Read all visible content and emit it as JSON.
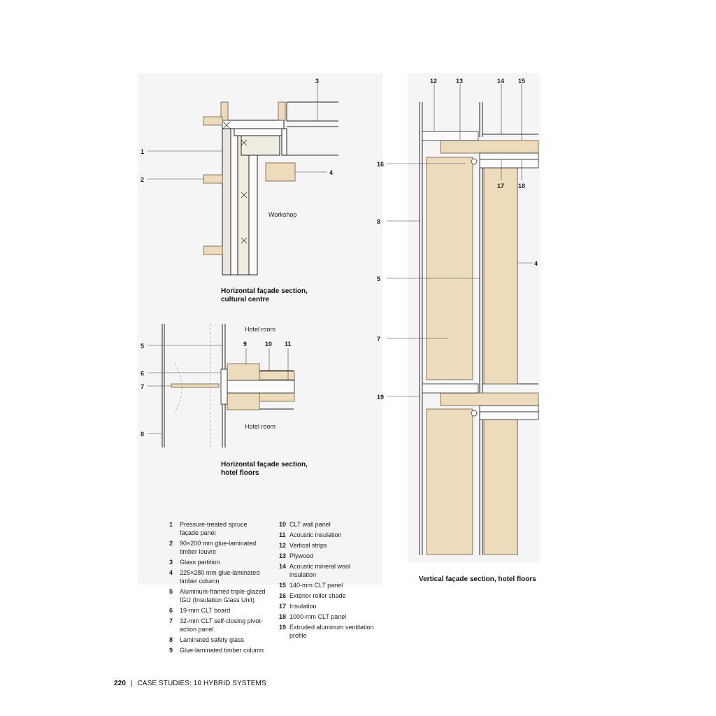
{
  "drawing1": {
    "caption_line1": "Horizontal façade section,",
    "caption_line2": "cultural centre",
    "room_label": "Workshop",
    "callouts": [
      "1",
      "2",
      "3",
      "4"
    ]
  },
  "drawing2": {
    "caption_line1": "Horizontal façade section,",
    "caption_line2": "hotel floors",
    "room_top": "Hotel room",
    "room_bottom": "Hotel room",
    "callouts": [
      "5",
      "6",
      "7",
      "8",
      "9",
      "10",
      "11"
    ]
  },
  "drawing3": {
    "caption": "Vertical façade section, hotel floors",
    "callouts": [
      "12",
      "13",
      "14",
      "15",
      "16",
      "17",
      "18",
      "8",
      "4",
      "5",
      "7",
      "19"
    ]
  },
  "legend_left": [
    {
      "num": "1",
      "text": "Pressure-treated spruce façade panel"
    },
    {
      "num": "2",
      "text": "90×200 mm glue-laminated timber louvre"
    },
    {
      "num": "3",
      "text": "Glass partition"
    },
    {
      "num": "4",
      "text": "225×280 mm glue-laminated timber column"
    },
    {
      "num": "5",
      "text": "Aluminum-framed triple-glazed IGU (Insulation Glass Unit)"
    },
    {
      "num": "6",
      "text": "19-mm CLT board"
    },
    {
      "num": "7",
      "text": "32-mm CLT self-closing pivot-action panel"
    },
    {
      "num": "8",
      "text": "Laminated safety glass"
    },
    {
      "num": "9",
      "text": "Glue-laminated timber column"
    }
  ],
  "legend_right": [
    {
      "num": "10",
      "text": "CLT wall panel"
    },
    {
      "num": "11",
      "text": "Acoustic insulation"
    },
    {
      "num": "12",
      "text": "Vertical strips"
    },
    {
      "num": "13",
      "text": "Plywood"
    },
    {
      "num": "14",
      "text": "Acoustic mineral wool insulation"
    },
    {
      "num": "15",
      "text": "140-mm CLT panel"
    },
    {
      "num": "16",
      "text": "Exterior roller shade"
    },
    {
      "num": "17",
      "text": "Insulation"
    },
    {
      "num": "18",
      "text": "1000-mm CLT panel"
    },
    {
      "num": "19",
      "text": "Extruded aluminum ventilation profile"
    }
  ],
  "footer": {
    "page_number": "220",
    "separator": "|",
    "section": "CASE STUDIES: 10 HYBRID SYSTEMS"
  },
  "colors": {
    "panel_bg": "#f5f5f5",
    "timber": "#ecdcbc",
    "timber_dark": "#d8c29a",
    "line": "#222222"
  }
}
